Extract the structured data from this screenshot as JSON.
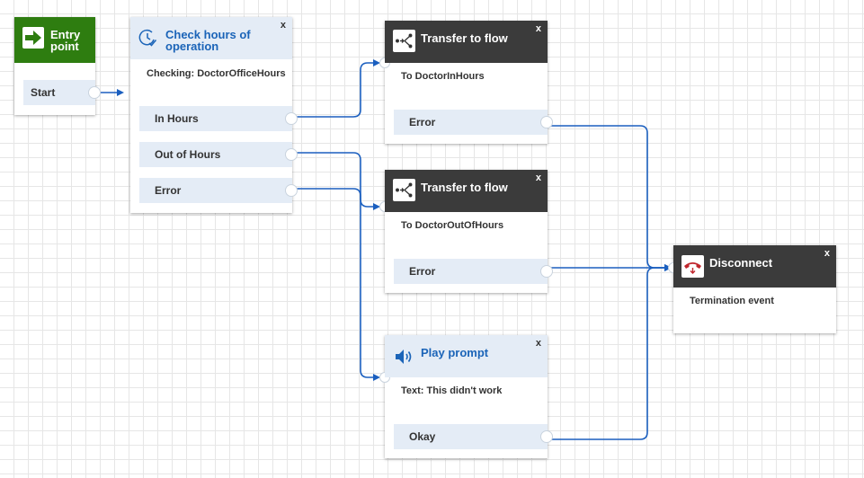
{
  "entry": {
    "title": "Entry point",
    "port": "Start"
  },
  "hours": {
    "title": "Check hours of operation",
    "description": "Checking: DoctorOfficeHours",
    "close": "x",
    "ports": [
      "In Hours",
      "Out of Hours",
      "Error"
    ]
  },
  "transfer1": {
    "title": "Transfer to flow",
    "description": "To DoctorInHours",
    "close": "x",
    "port": "Error"
  },
  "transfer2": {
    "title": "Transfer to flow",
    "description": "To DoctorOutOfHours",
    "close": "x",
    "port": "Error"
  },
  "play": {
    "title": "Play prompt",
    "description": "Text: This didn't work",
    "close": "x",
    "port": "Okay"
  },
  "disconnect": {
    "title": "Disconnect",
    "description": "Termination event",
    "close": "x"
  },
  "colors": {
    "connector": "#1b5fbf",
    "entry_header": "#2e7d10",
    "dark_header": "#3b3b3b",
    "light_header": "#e4ecf6",
    "title_blue": "#1b64b8",
    "port_bg": "#e4ecf6"
  },
  "icons": {
    "entry": "arrow-right-icon",
    "hours": "clock-check-icon",
    "transfer": "transfer-flow-icon",
    "play": "speaker-icon",
    "disconnect": "phone-hangup-icon"
  }
}
